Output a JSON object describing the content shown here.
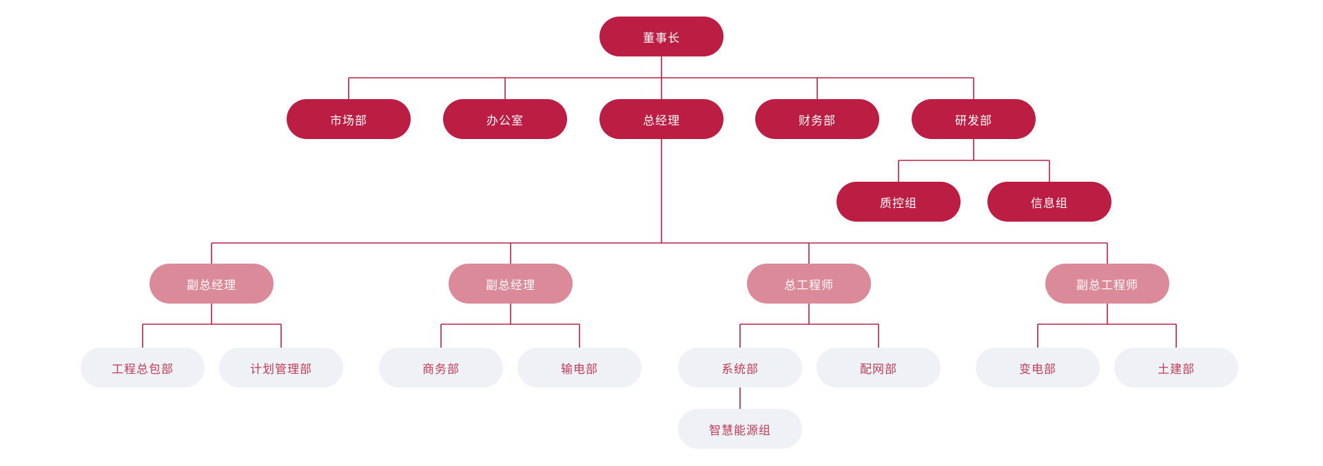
{
  "diagram": {
    "type": "org-chart",
    "nodes": {
      "chairman": {
        "label": "董事长",
        "tier": "primary"
      },
      "marketing": {
        "label": "市场部",
        "tier": "primary"
      },
      "office": {
        "label": "办公室",
        "tier": "primary"
      },
      "general_manager": {
        "label": "总经理",
        "tier": "primary"
      },
      "finance": {
        "label": "财务部",
        "tier": "primary"
      },
      "research": {
        "label": "研发部",
        "tier": "primary"
      },
      "quality_control": {
        "label": "质控组",
        "tier": "primary"
      },
      "information": {
        "label": "信息组",
        "tier": "primary"
      },
      "deputy_gm_1": {
        "label": "副总经理",
        "tier": "secondary"
      },
      "deputy_gm_2": {
        "label": "副总经理",
        "tier": "secondary"
      },
      "chief_engineer": {
        "label": "总工程师",
        "tier": "secondary"
      },
      "deputy_chief_engineer": {
        "label": "副总工程师",
        "tier": "secondary"
      },
      "epc": {
        "label": "工程总包部",
        "tier": "tertiary"
      },
      "planning": {
        "label": "计划管理部",
        "tier": "tertiary"
      },
      "commerce": {
        "label": "商务部",
        "tier": "tertiary"
      },
      "transmission": {
        "label": "输电部",
        "tier": "tertiary"
      },
      "system": {
        "label": "系统部",
        "tier": "tertiary"
      },
      "distribution": {
        "label": "配网部",
        "tier": "tertiary"
      },
      "substation": {
        "label": "变电部",
        "tier": "tertiary"
      },
      "civil": {
        "label": "土建部",
        "tier": "tertiary"
      },
      "smart_energy": {
        "label": "智慧能源组",
        "tier": "tertiary"
      }
    },
    "edges": [
      [
        "chairman",
        "marketing"
      ],
      [
        "chairman",
        "office"
      ],
      [
        "chairman",
        "general_manager"
      ],
      [
        "chairman",
        "finance"
      ],
      [
        "chairman",
        "research"
      ],
      [
        "research",
        "quality_control"
      ],
      [
        "research",
        "information"
      ],
      [
        "general_manager",
        "deputy_gm_1"
      ],
      [
        "general_manager",
        "deputy_gm_2"
      ],
      [
        "general_manager",
        "chief_engineer"
      ],
      [
        "general_manager",
        "deputy_chief_engineer"
      ],
      [
        "deputy_gm_1",
        "epc"
      ],
      [
        "deputy_gm_1",
        "planning"
      ],
      [
        "deputy_gm_2",
        "commerce"
      ],
      [
        "deputy_gm_2",
        "transmission"
      ],
      [
        "chief_engineer",
        "system"
      ],
      [
        "chief_engineer",
        "distribution"
      ],
      [
        "deputy_chief_engineer",
        "substation"
      ],
      [
        "deputy_chief_engineer",
        "civil"
      ],
      [
        "system",
        "smart_energy"
      ]
    ],
    "colors": {
      "primary": "#bb1d43",
      "secondary": "#db8a99",
      "tertiary_bg": "#eef2f6",
      "tertiary_text": "#c23a55",
      "connector": "#bb1d43"
    }
  }
}
